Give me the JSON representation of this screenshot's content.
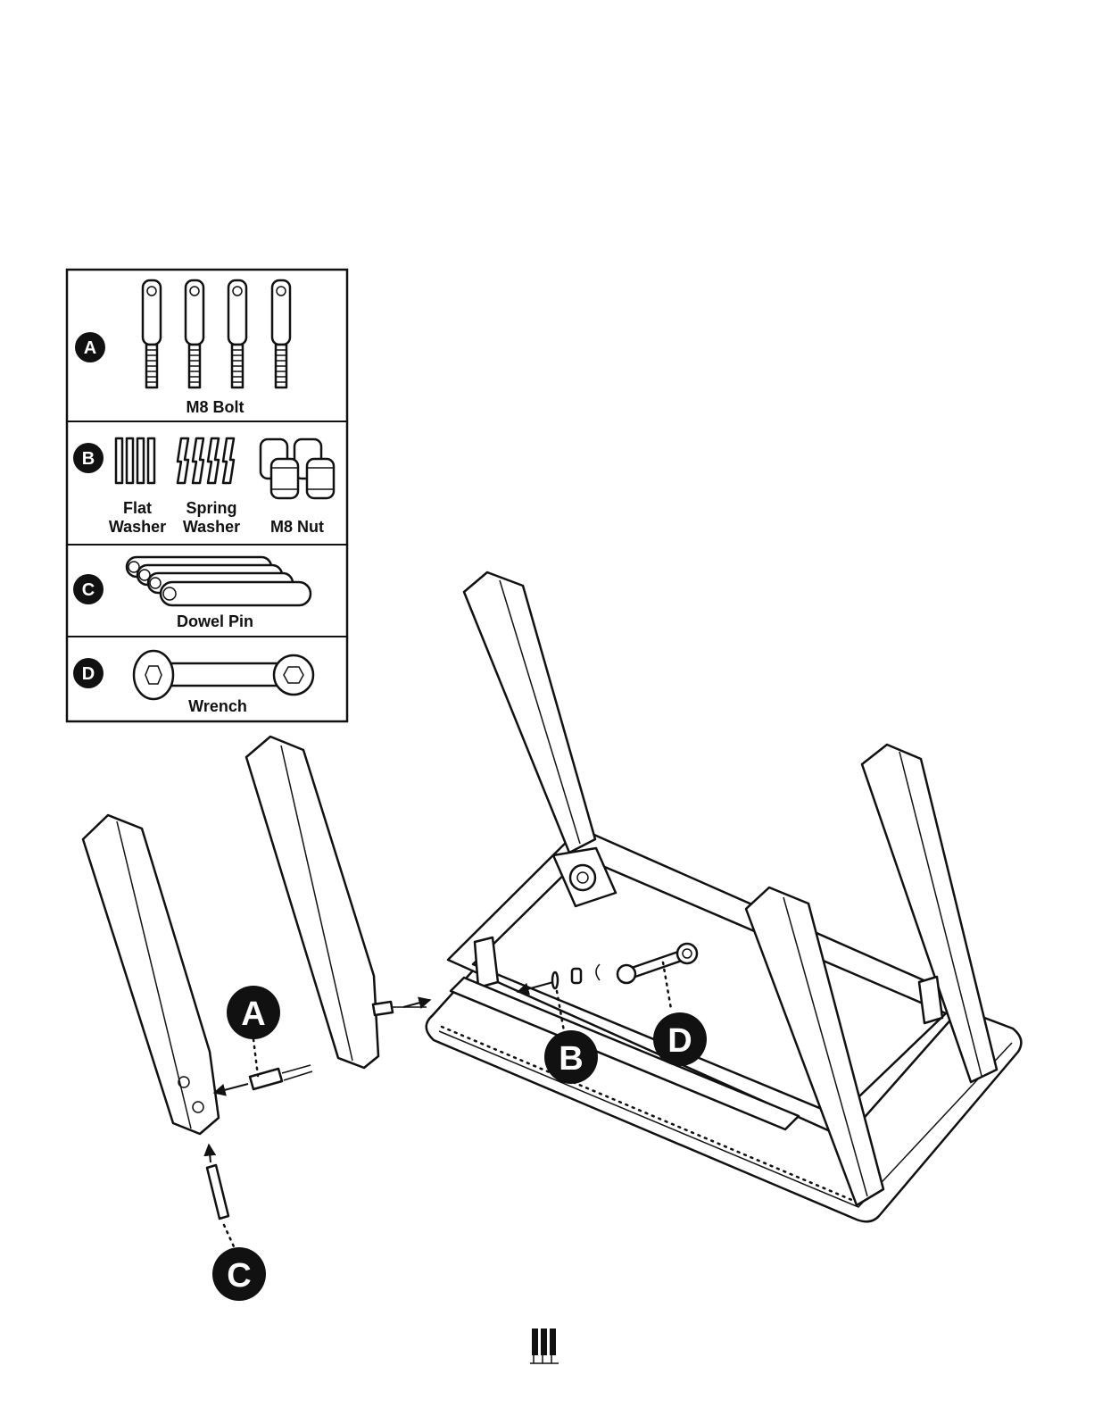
{
  "parts": {
    "A": {
      "letter": "A",
      "label": "M8 Bolt"
    },
    "B": {
      "letter": "B",
      "flat_washer_1": "Flat",
      "flat_washer_2": "Washer",
      "spring_washer_1": "Spring",
      "spring_washer_2": "Washer",
      "nut": "M8 Nut"
    },
    "C": {
      "letter": "C",
      "label": "Dowel Pin"
    },
    "D": {
      "letter": "D",
      "label": "Wrench"
    }
  },
  "callouts": {
    "A": "A",
    "B": "B",
    "C": "C",
    "D": "D"
  },
  "colors": {
    "ink": "#111111",
    "paper": "#ffffff"
  },
  "icons": [
    "logo-icon"
  ]
}
